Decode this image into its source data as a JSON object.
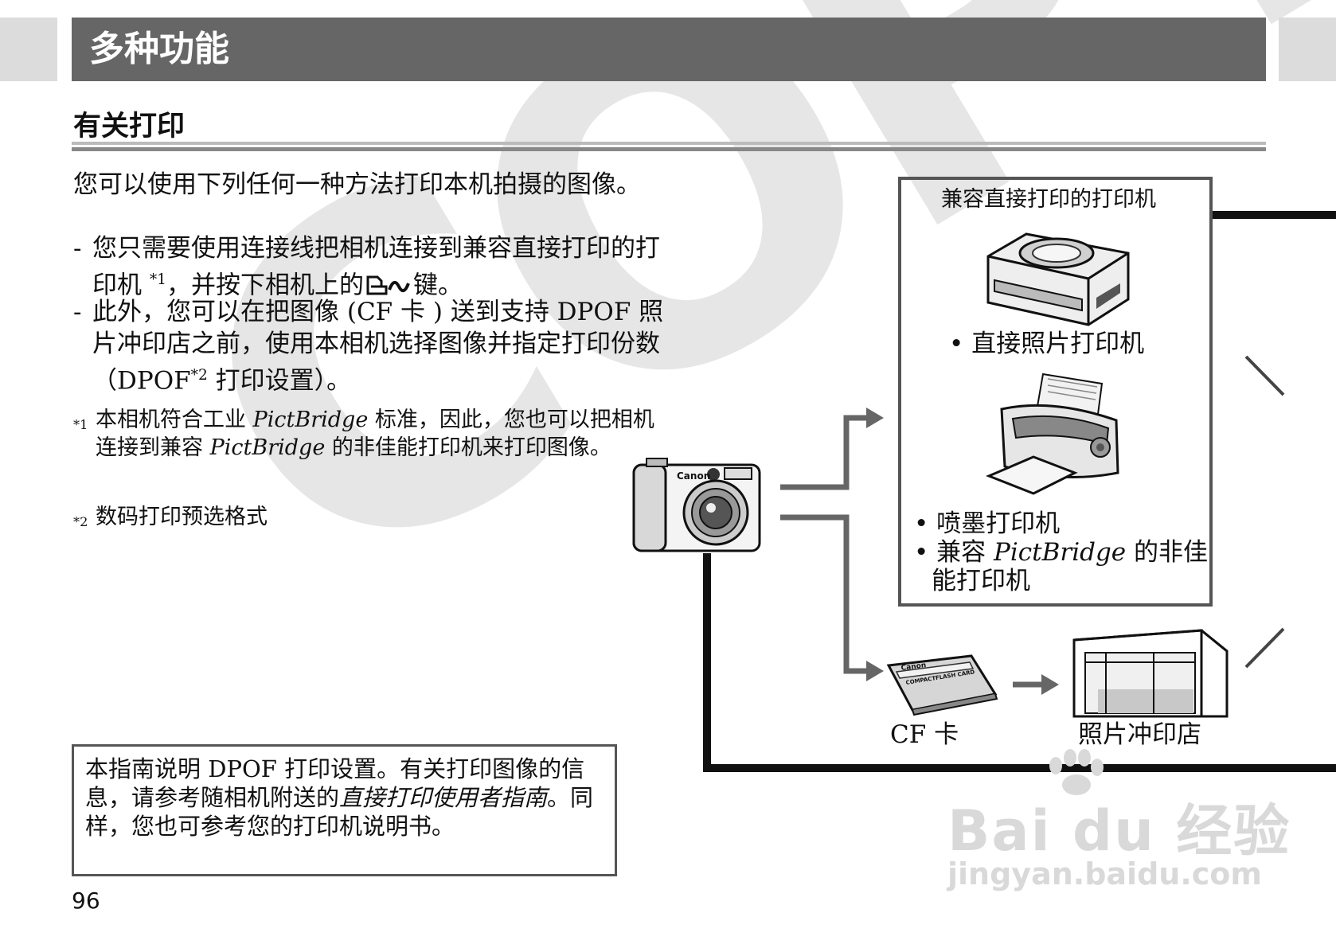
{
  "header": {
    "title": "多种功能"
  },
  "section": {
    "title": "有关打印"
  },
  "intro": {
    "text": "您可以使用下列任何一种方法打印本机拍摄的图像。"
  },
  "bullets": [
    {
      "dash": "-",
      "text_before": "您只需要使用连接线把相机连接到兼容直接打印的打印机 ",
      "sup": "*1",
      "text_after": "，并按下相机上的",
      "text_end": "键。"
    },
    {
      "dash": "-",
      "text_before": "此外，您可以在把图像 (CF 卡 ) 送到支持 DPOF 照片冲印店之前，使用本相机选择图像并指定打印份数 （DPOF",
      "sup": "*2",
      "text_after": " 打印设置）。"
    }
  ],
  "footnotes": [
    {
      "mark": "*1",
      "text_before": " 本相机符合工业 ",
      "italic1": "PictBridge",
      "text_mid": " 标准，因此，您也可以把相机连接到兼容 ",
      "italic2": "PictBridge",
      "text_after": " 的非佳能打印机来打印图像。"
    },
    {
      "mark": "*2",
      "text": " 数码打印预选格式"
    }
  ],
  "diagram": {
    "printer_box_title": "兼容直接打印的打印机",
    "photo_printer_label": "• 直接照片打印机",
    "inkjet_label": "• 喷墨打印机",
    "pictbridge_label_prefix": "• 兼容 ",
    "pictbridge_italic": "PictBridge",
    "pictbridge_label_suffix": " 的非佳",
    "pictbridge_label_line2": "能打印机",
    "cf_card_label": "CF 卡",
    "photo_shop_label": "照片冲印店",
    "camera_brand": "Canon",
    "card_brand": "Canon",
    "card_text": "COMPACTFLASH CARD"
  },
  "note": {
    "text_before": "本指南说明 DPOF 打印设置。有关打印图像的信息，请参考随相机附送的",
    "italic": "直接打印使用者指南",
    "text_after": "。同样，您也可参考您的打印机说明书。"
  },
  "page_number": "96",
  "watermark": {
    "brand": "Bai du 经验",
    "url": "jingyan.baidu.com"
  },
  "stamp": {
    "text": "COPY"
  },
  "colors": {
    "header_bg": "#666666",
    "gray_line": "#666666",
    "black_line": "#111111"
  }
}
